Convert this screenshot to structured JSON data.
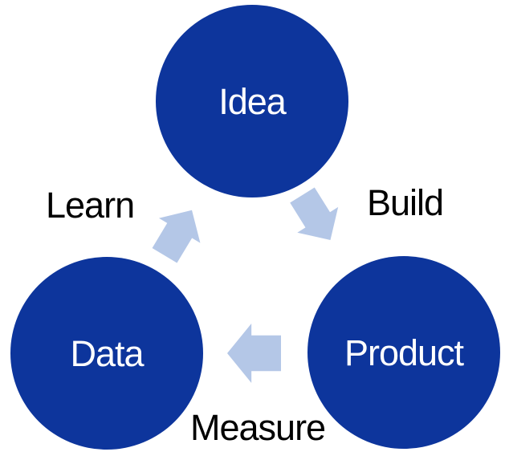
{
  "diagram_type": "cycle",
  "nodes": {
    "idea": {
      "label": "Idea"
    },
    "product": {
      "label": "Product"
    },
    "data": {
      "label": "Data"
    }
  },
  "edges": {
    "build": {
      "label": "Build",
      "from": "Idea",
      "to": "Product",
      "direction": "down-right"
    },
    "measure": {
      "label": "Measure",
      "from": "Product",
      "to": "Data",
      "direction": "left"
    },
    "learn": {
      "label": "Learn",
      "from": "Data",
      "to": "Idea",
      "direction": "up-right"
    }
  },
  "colors": {
    "node_fill": "#0d359c",
    "node_text": "#ffffff",
    "arrow_fill": "#b4c7e7",
    "label_text": "#000000",
    "background": "#ffffff"
  }
}
